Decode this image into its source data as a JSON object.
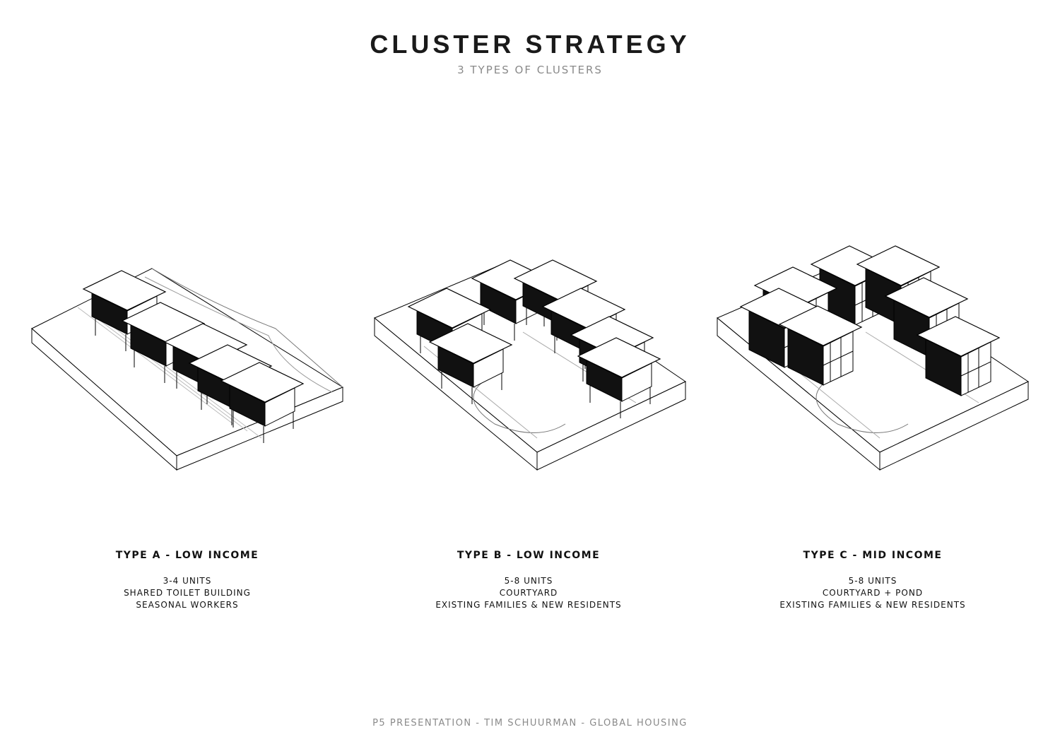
{
  "header": {
    "title": "CLUSTER STRATEGY",
    "subtitle": "3 TYPES OF CLUSTERS"
  },
  "types": [
    {
      "heading": "TYPE A - LOW INCOME",
      "lines": [
        "3-4 UNITS",
        "SHARED TOILET BUILDING",
        "SEASONAL WORKERS"
      ]
    },
    {
      "heading": "TYPE B - LOW INCOME",
      "lines": [
        "5-8 UNITS",
        "COURTYARD",
        "EXISTING FAMILIES & NEW RESIDENTS"
      ]
    },
    {
      "heading": "TYPE C - MID INCOME",
      "lines": [
        "5-8 UNITS",
        "COURTYARD + POND",
        "EXISTING FAMILIES & NEW RESIDENTS"
      ]
    }
  ],
  "footer": "P5 PRESENTATION - TIM SCHUURMAN - GLOBAL HOUSING"
}
